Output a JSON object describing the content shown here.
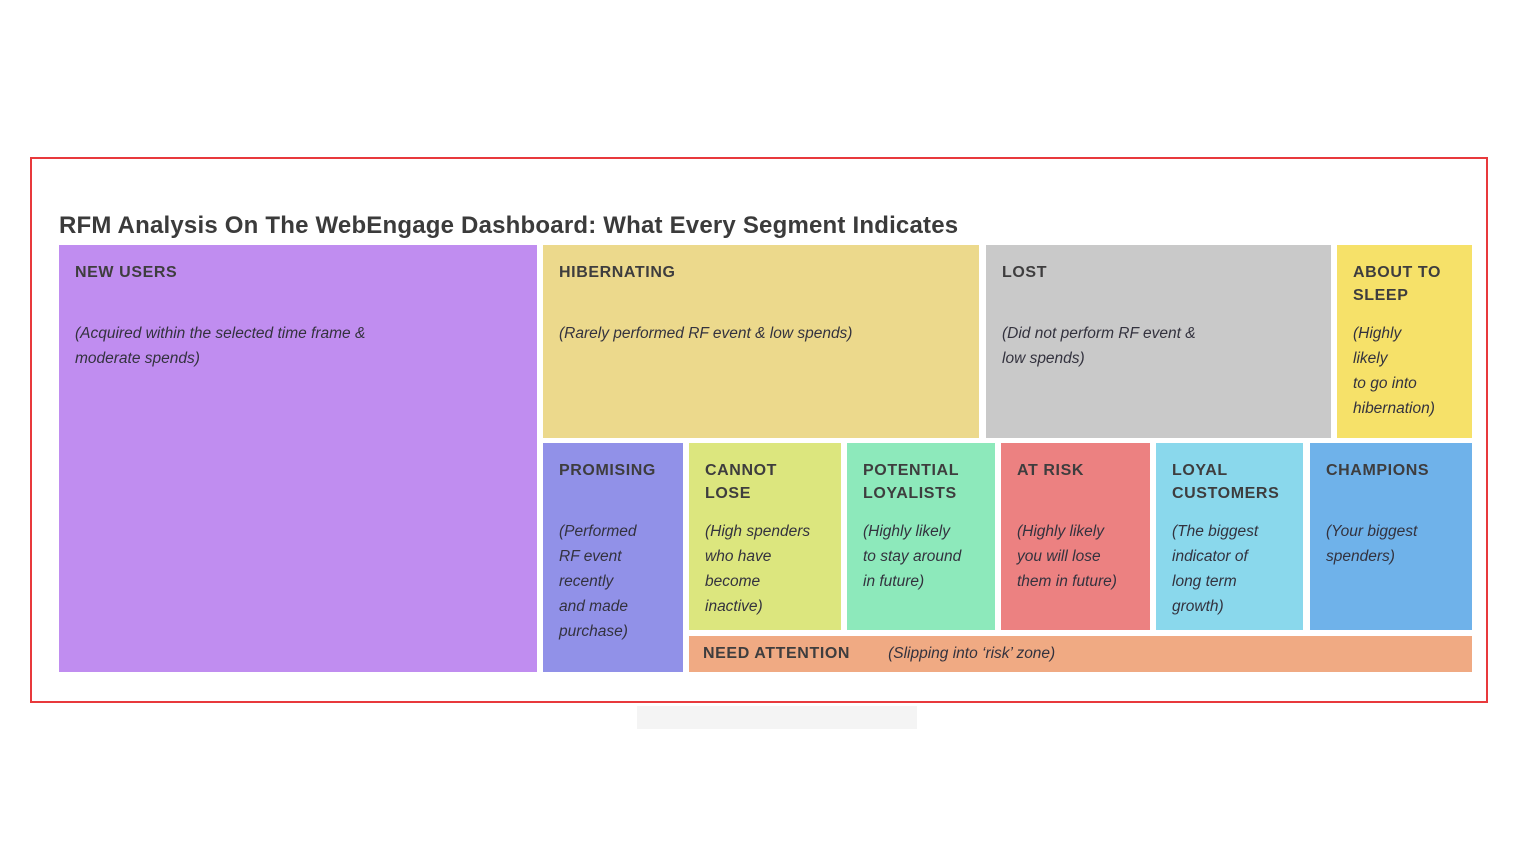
{
  "page": {
    "title": "RFM Analysis On The WebEngage Dashboard: What Every Segment Indicates"
  },
  "colors": {
    "annotation_border": "#e8393c",
    "title_text": "#3b3b3b",
    "header_text": "#3e3d3e",
    "body_text": "#33323e"
  },
  "segments": [
    {
      "id": "new-users",
      "label": "NEW USERS",
      "description": "(Acquired within the selected time frame &\nmoderate spends)",
      "color": "#c08df0"
    },
    {
      "id": "hibernating",
      "label": "HIBERNATING",
      "description": "(Rarely performed RF event & low spends)",
      "color": "#ecd98c"
    },
    {
      "id": "lost",
      "label": "LOST",
      "description": "(Did not perform RF event &\nlow spends)",
      "color": "#c9c9c9"
    },
    {
      "id": "about-to-sleep",
      "label": "ABOUT TO SLEEP",
      "description": "(Highly\nlikely\nto go into\nhibernation)",
      "color": "#f6e169"
    },
    {
      "id": "promising",
      "label": "PROMISING",
      "description": "(Performed\nRF event\nrecently\nand made\npurchase)",
      "color": "#9191e8"
    },
    {
      "id": "cannot-lose",
      "label": "CANNOT\nLOSE",
      "description": "(High spenders\nwho have\nbecome\ninactive)",
      "color": "#dce67e"
    },
    {
      "id": "potential-loyalists",
      "label": "POTENTIAL\nLOYALISTS",
      "description": "(Highly likely\nto stay around\nin future)",
      "color": "#8de9bb"
    },
    {
      "id": "at-risk",
      "label": "AT RISK",
      "description": "(Highly likely\nyou will lose\nthem in future)",
      "color": "#ec8181"
    },
    {
      "id": "loyal-customers",
      "label": "LOYAL\nCUSTOMERS",
      "description": "(The biggest\nindicator of\nlong term\ngrowth)",
      "color": "#8ad8ec"
    },
    {
      "id": "champions",
      "label": "CHAMPIONS",
      "description": "(Your biggest\nspenders)",
      "color": "#6fb2ea"
    },
    {
      "id": "need-attention",
      "label": "NEED ATTENTION",
      "description": "(Slipping into ‘risk’ zone)",
      "color": "#f0aa83"
    }
  ]
}
